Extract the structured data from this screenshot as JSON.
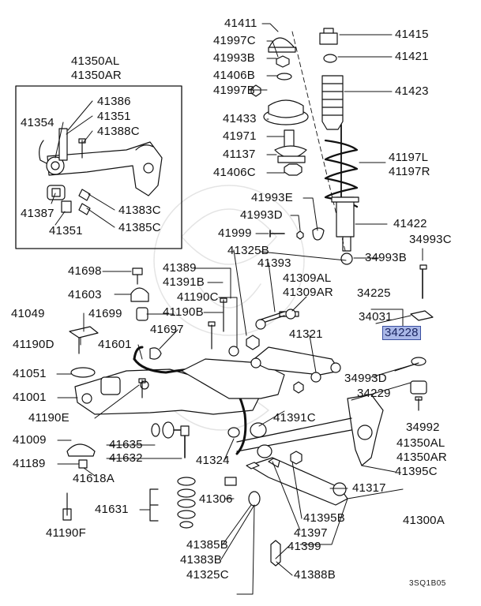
{
  "diagram": {
    "highlight_color": "#aab8e8",
    "labels": {
      "p41411": "41411",
      "p41997C": "41997C",
      "p41993B": "41993B",
      "p41406B": "41406B",
      "p41997B": "41997B",
      "p41415": "41415",
      "p41421": "41421",
      "p41423": "41423",
      "p41433": "41433",
      "p41971": "41971",
      "p41137": "41137",
      "p41406C": "41406C",
      "p41197L": "41197L",
      "p41197R": "41197R",
      "p41993E": "41993E",
      "p41993D": "41993D",
      "p41422": "41422",
      "p41999": "41999",
      "p34993C": "34993C",
      "p41325B": "41325B",
      "p34993B": "34993B",
      "p41350AL_top": "41350AL",
      "p41350AR_top": "41350AR",
      "p41386": "41386",
      "p41351_top": "41351",
      "p41354": "41354",
      "p41388C": "41388C",
      "p41387": "41387",
      "p41383C": "41383C",
      "p41351_bot": "41351",
      "p41385C": "41385C",
      "p41698": "41698",
      "p41389": "41389",
      "p41393": "41393",
      "p41391B": "41391B",
      "p41309AL": "41309AL",
      "p41309AR": "41309AR",
      "p41603": "41603",
      "p41190C": "41190C",
      "p34225": "34225",
      "p41049": "41049",
      "p41699": "41699",
      "p41190B": "41190B",
      "p34031": "34031",
      "p34228": "34228",
      "p41697": "41697",
      "p41321": "41321",
      "p41190D": "41190D",
      "p41601": "41601",
      "p41051": "41051",
      "p34993D": "34993D",
      "p34229": "34229",
      "p41001": "41001",
      "p41190E": "41190E",
      "p41391C": "41391C",
      "p34992": "34992",
      "p41009": "41009",
      "p41635": "41635",
      "p41350AL_bot": "41350AL",
      "p41189": "41189",
      "p41632": "41632",
      "p41324": "41324",
      "p41350AR_bot": "41350AR",
      "p41395C": "41395C",
      "p41618A": "41618A",
      "p41631": "41631",
      "p41306": "41306",
      "p41317": "41317",
      "p41395B": "41395B",
      "p41300A": "41300A",
      "p41190F": "41190F",
      "p41397": "41397",
      "p41385B": "41385B",
      "p41399": "41399",
      "p41383B": "41383B",
      "p41325C": "41325C",
      "p41388B": "41388B"
    },
    "drawing_code": "3SQ1B05"
  }
}
